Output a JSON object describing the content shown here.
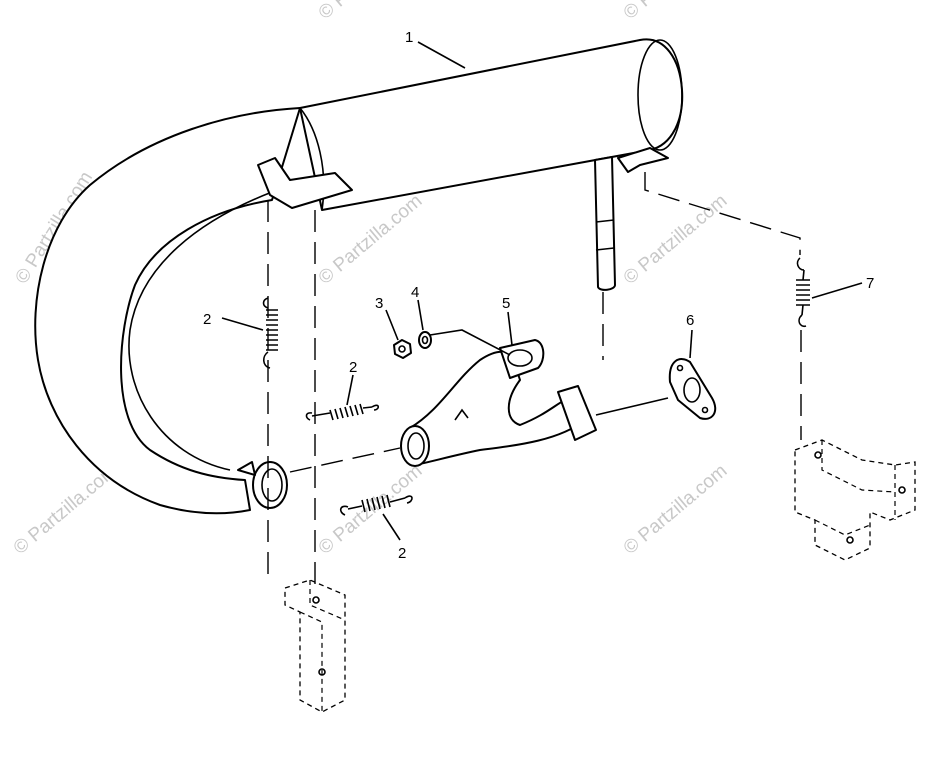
{
  "watermark": {
    "text": "© Partzilla.com",
    "color": "#c8c8c8"
  },
  "callouts": [
    {
      "id": "muffler",
      "label": "1"
    },
    {
      "id": "spring-left-vertical",
      "label": "2"
    },
    {
      "id": "spring-middle",
      "label": "2"
    },
    {
      "id": "spring-lower",
      "label": "2"
    },
    {
      "id": "nut",
      "label": "3"
    },
    {
      "id": "washer",
      "label": "4"
    },
    {
      "id": "exhaust-manifold",
      "label": "5"
    },
    {
      "id": "gasket",
      "label": "6"
    },
    {
      "id": "spring-right",
      "label": "7"
    }
  ]
}
